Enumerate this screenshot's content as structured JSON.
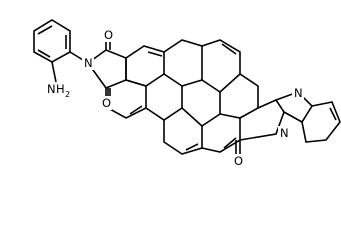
{
  "molecule": {
    "atoms": {
      "nh2_n": "N",
      "nh2_h": "H",
      "nh2_sub": "2",
      "imide_n": "N",
      "imide_o_top": "O",
      "imide_o_bottom": "O",
      "imidazole_n_top": "N",
      "imidazole_n_bottom": "N",
      "ketone_o": "O"
    }
  }
}
